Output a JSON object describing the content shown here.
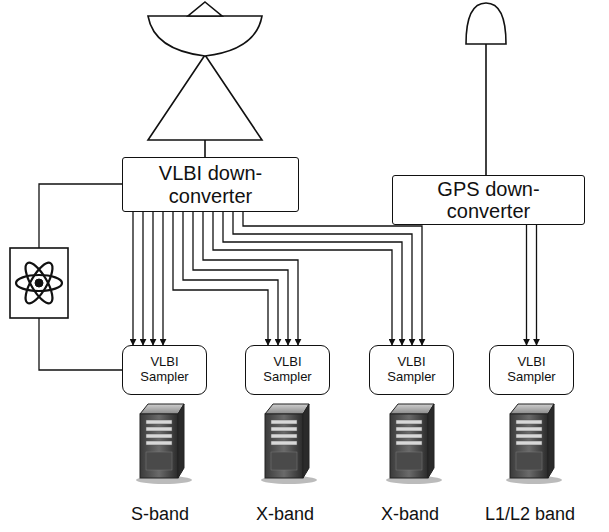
{
  "diagram": {
    "nodes": [
      {
        "text": [
          "VLBI down-converter"
        ]
      },
      {
        "text": [
          "GPS down-converter"
        ]
      },
      {
        "text": [
          "VLBI Sampler"
        ]
      },
      {
        "text": [
          "VLBI Sampler"
        ]
      },
      {
        "text": [
          "VLBI Sampler"
        ]
      },
      {
        "text": [
          "VLBI Sampler"
        ]
      }
    ],
    "edges": [
      {
        "from": 0,
        "to": 2,
        "arrow": "none"
      },
      {
        "from": 0,
        "to": 2,
        "arrow": "to"
      },
      {
        "from": 0,
        "to": 2,
        "arrow": "to"
      },
      {
        "from": 0,
        "to": 2,
        "arrow": "to"
      },
      {
        "from": 0,
        "to": 2,
        "arrow": "to"
      },
      {
        "from": 0,
        "to": 3,
        "arrow": "to"
      },
      {
        "from": 0,
        "to": 3,
        "arrow": "to"
      },
      {
        "from": 0,
        "to": 3,
        "arrow": "to"
      },
      {
        "from": 0,
        "to": 3,
        "arrow": "to"
      },
      {
        "from": 0,
        "to": 4,
        "arrow": "to"
      },
      {
        "from": 0,
        "to": 4,
        "arrow": "to"
      },
      {
        "from": 0,
        "to": 4,
        "arrow": "to"
      },
      {
        "from": 0,
        "to": 4,
        "arrow": "to"
      },
      {
        "from": 1,
        "to": 5,
        "arrow": "to"
      },
      {
        "from": 1,
        "to": 5,
        "arrow": "to"
      }
    ],
    "labels": [
      "S-band",
      "X-band",
      "X-band",
      "L1/L2 band"
    ]
  }
}
